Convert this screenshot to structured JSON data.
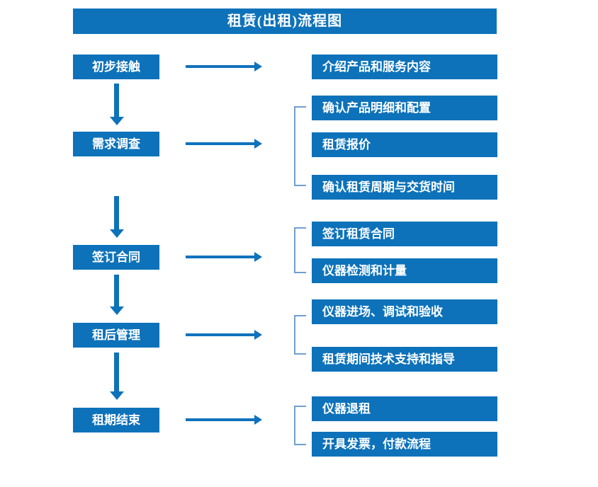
{
  "title": "租赁(出租)流程图",
  "colors": {
    "box_fill": "#0d72ba",
    "box_text": "#ffffff",
    "arrow": "#1072bd",
    "bracket": "#6f9fd0",
    "background": "#ffffff"
  },
  "stages": [
    {
      "label": "初步接触"
    },
    {
      "label": "需求调查"
    },
    {
      "label": "签订合同"
    },
    {
      "label": "租后管理"
    },
    {
      "label": "租期结束"
    }
  ],
  "details": [
    {
      "label": "介绍产品和服务内容"
    },
    {
      "label": "确认产品明细和配置"
    },
    {
      "label": "租赁报价"
    },
    {
      "label": "确认租赁周期与交货时间"
    },
    {
      "label": "签订租赁合同"
    },
    {
      "label": "仪器检测和计量"
    },
    {
      "label": "仪器进场、调试和验收"
    },
    {
      "label": "租赁期间技术支持和指导"
    },
    {
      "label": "仪器退租"
    },
    {
      "label": "开具发票，付款流程"
    }
  ],
  "flow": {
    "stage_to_detail_arrow": "horizontal-arrow-right",
    "stage_to_stage_arrow": "vertical-arrow-down",
    "group_marker": "left-bracket"
  }
}
